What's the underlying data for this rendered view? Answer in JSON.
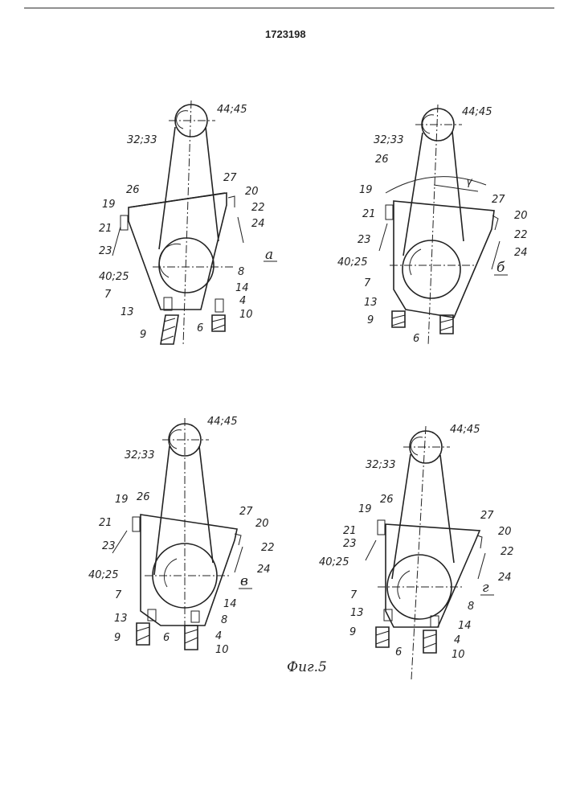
{
  "document": {
    "patent_number": "1723198",
    "figure_caption": "Фиг.5"
  },
  "panels": [
    {
      "id": "a",
      "sublabel": "а",
      "labels": {
        "top": "44;45",
        "rod": "32;33",
        "l26": "26",
        "l27": "27",
        "l19": "19",
        "l20": "20",
        "l21": "21",
        "l22": "22",
        "l23": "23",
        "l24": "24",
        "l40": "40;25",
        "l7": "7",
        "l8": "8",
        "l13": "13",
        "l14": "14",
        "l4": "4",
        "l6": "6",
        "l9": "9",
        "l10": "10"
      }
    },
    {
      "id": "b",
      "sublabel": "б",
      "labels": {
        "top": "44;45",
        "rod": "32;33",
        "l26": "26",
        "l27": "27",
        "l19": "19",
        "l20": "20",
        "l21": "21",
        "l22": "22",
        "l23": "23",
        "l24": "24",
        "l40": "40;25",
        "l7": "7",
        "l13": "13",
        "l6": "6",
        "l9": "9",
        "gamma": "γ"
      }
    },
    {
      "id": "v",
      "sublabel": "в",
      "labels": {
        "top": "44;45",
        "rod": "32;33",
        "l26": "26",
        "l27": "27",
        "l19": "19",
        "l20": "20",
        "l21": "21",
        "l22": "22",
        "l23": "23",
        "l24": "24",
        "l40": "40;25",
        "l7": "7",
        "l8": "8",
        "l13": "13",
        "l14": "14",
        "l4": "4",
        "l6": "6",
        "l9": "9",
        "l10": "10"
      }
    },
    {
      "id": "g",
      "sublabel": "г",
      "labels": {
        "top": "44;45",
        "rod": "32;33",
        "l26": "26",
        "l27": "27",
        "l19": "19",
        "l20": "20",
        "l21": "21",
        "l22": "22",
        "l23": "23",
        "l24": "24",
        "l40": "40;25",
        "l7": "7",
        "l8": "8",
        "l13": "13",
        "l14": "14",
        "l4": "4",
        "l6": "6",
        "l9": "9",
        "l10": "10"
      }
    }
  ]
}
